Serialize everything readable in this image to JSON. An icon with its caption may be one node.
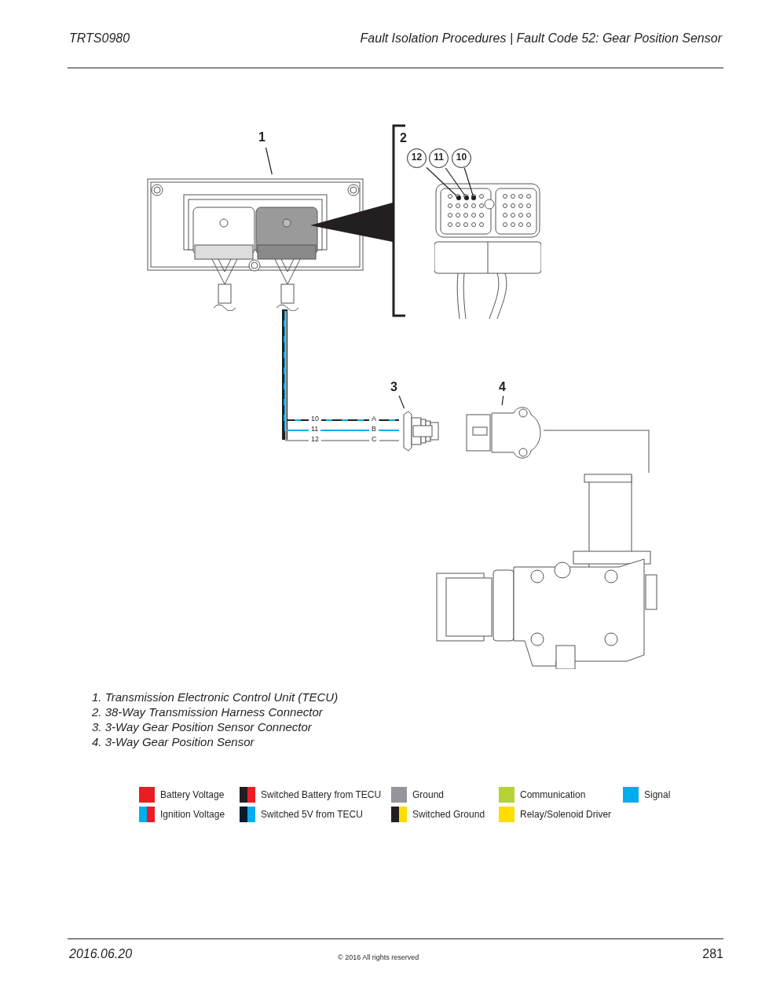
{
  "diagram": {
    "nodes": [
      {
        "text": [
          "1"
        ]
      },
      {
        "text": [],
        "shape": "picture"
      },
      {
        "text": [],
        "shape": "picture"
      },
      {
        "text": [
          "12"
        ]
      },
      {
        "text": [
          "11"
        ]
      },
      {
        "text": [
          "10"
        ]
      },
      {
        "text": [],
        "shape": "circle",
        "in": 2
      },
      {
        "text": [],
        "shape": "circle",
        "in": 2
      },
      {
        "text": [],
        "shape": "circle",
        "in": 2
      },
      {
        "text": [
          "3"
        ]
      },
      {
        "text": [],
        "shape": "picture"
      },
      {
        "text": [
          "4"
        ]
      },
      {
        "text": [],
        "shape": "picture"
      },
      {
        "text": [],
        "shape": "picture"
      }
    ],
    "edges": [
      {
        "from": 0,
        "to": 1,
        "arrow": "none"
      },
      {
        "from": 3,
        "to": 6,
        "arrow": "none"
      },
      {
        "from": 4,
        "to": 7,
        "arrow": "none"
      },
      {
        "from": 5,
        "to": 8,
        "arrow": "none"
      },
      {
        "from": 9,
        "to": 10,
        "arrow": "none"
      },
      {
        "from": 11,
        "to": 12,
        "arrow": "none"
      },
      {
        "from": 1,
        "to": 10,
        "arrow": "none",
        "style": "dashed",
        "color": "#00aeef"
      },
      {
        "from": 1,
        "to": 10,
        "arrow": "none",
        "color": "#00aeef"
      },
      {
        "from": 1,
        "to": 10,
        "arrow": "none",
        "color": "#a7a9ac"
      },
      {
        "from": 12,
        "to": 13,
        "arrow": "none",
        "color": "#a7a9ac"
      }
    ],
    "labels": [
      "TRTS0980",
      "Fault Isolation Procedures | Fault Code 52: Gear Position Sensor",
      "2",
      "10",
      "A",
      "11",
      "B",
      "12",
      "C",
      "1. Transmission Electronic Control Unit (TECU)",
      "2. 38-Way Transmission Harness Connector",
      "3. 3-Way Gear Position Sensor Connector",
      "4. 3-Way Gear Position Sensor",
      "2016.06.20",
      "© 2016 All rights reserved",
      "281"
    ],
    "legend": [
      {
        "text": "Battery Voltage",
        "color": "#ed1c24"
      },
      {
        "text": "Switched Battery from TECU"
      },
      {
        "text": "Ground",
        "color": "#939598"
      },
      {
        "text": "Communication",
        "color": "#b5d334"
      },
      {
        "text": "Signal",
        "color": "#00aeef"
      },
      {
        "text": "Ignition Voltage"
      },
      {
        "text": "Switched 5V from TECU"
      },
      {
        "text": "Switched Ground"
      },
      {
        "text": "Relay/Solenoid Driver",
        "color": "#ffdd00"
      }
    ]
  }
}
